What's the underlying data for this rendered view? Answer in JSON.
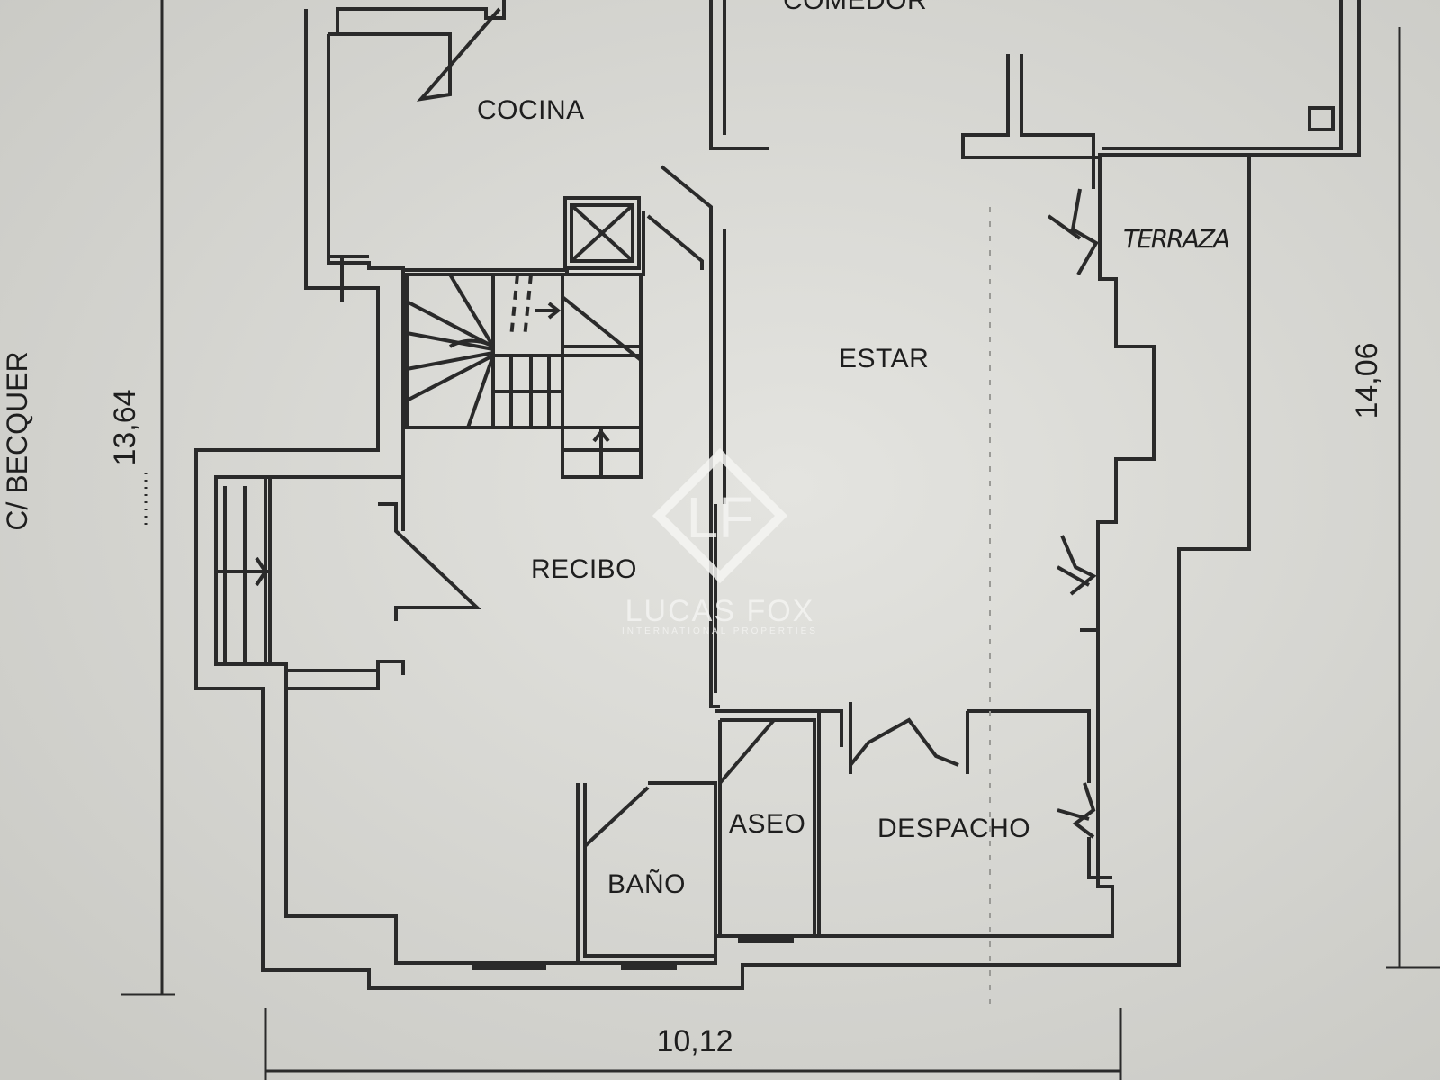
{
  "rooms": {
    "comedor": "COMEDOR",
    "cocina": "COCINA",
    "estar": "ESTAR",
    "terraza": "TERRAZA",
    "recibo": "RECIBO",
    "aseo": "ASEO",
    "despacho": "DESPACHO",
    "bano": "BAÑO"
  },
  "dimensions": {
    "left_height": "13,64",
    "right_height": "14,06",
    "bottom_width": "10,12"
  },
  "street": "C/ BECQUER",
  "watermark": {
    "brand": "LUCAS FOX",
    "tagline": "INTERNATIONAL PROPERTIES",
    "monogram": "LF"
  },
  "colors": {
    "paper": "#d9d9d5",
    "ink": "#2a2a2a",
    "watermark": "#f4f4f2"
  }
}
